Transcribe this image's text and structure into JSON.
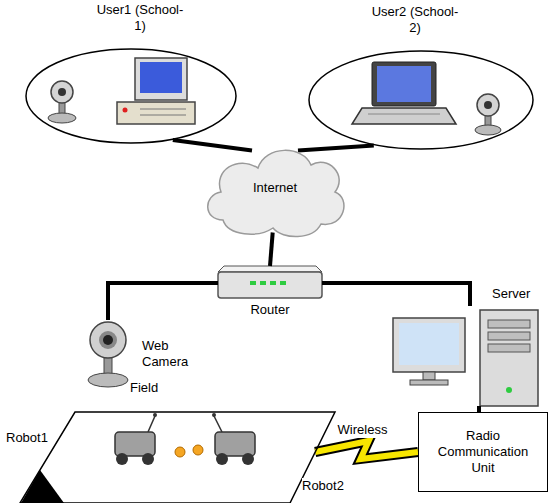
{
  "diagram": {
    "nodes": [
      {
        "text": [
          "User1 (School-1)"
        ]
      },
      {
        "text": [
          "User2 (School-2)"
        ]
      },
      {
        "text": [
          "Internet"
        ]
      },
      {
        "text": [
          "Router"
        ]
      },
      {
        "text": [
          "Web Camera"
        ]
      },
      {
        "text": [
          "Field"
        ]
      },
      {
        "text": [
          "Server"
        ]
      },
      {
        "text": [
          "Radio Communication Unit"
        ]
      }
    ],
    "edges": [
      {
        "from": 0,
        "to": 2,
        "arrow": "none"
      },
      {
        "from": 1,
        "to": 2,
        "arrow": "none"
      },
      {
        "from": 2,
        "to": 3,
        "arrow": "none"
      },
      {
        "from": 3,
        "to": 4,
        "arrow": "none"
      },
      {
        "from": 3,
        "to": 6,
        "arrow": "none"
      },
      {
        "from": 6,
        "to": 7,
        "arrow": "none"
      },
      {
        "from": 5,
        "to": 7,
        "label": "Wireless",
        "arrow": "none"
      }
    ],
    "labels": [
      "Robot1",
      "Robot2"
    ]
  }
}
